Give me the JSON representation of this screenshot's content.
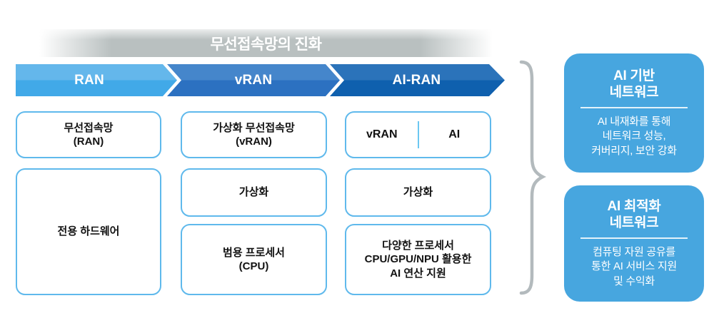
{
  "banner": {
    "title": "무선접속망의 진화"
  },
  "arrow": {
    "segments": [
      {
        "label": "RAN",
        "color_top": "#64B7EB",
        "color_bottom": "#41A9E8"
      },
      {
        "label": "vRAN",
        "color_top": "#4586CB",
        "color_bottom": "#2C71C1"
      },
      {
        "label": "AI-RAN",
        "color_top": "#2B73BA",
        "color_bottom": "#0F60AE"
      }
    ]
  },
  "columns": [
    {
      "name": "RAN",
      "boxes": [
        {
          "lines": [
            "무선접속망",
            "(RAN)"
          ]
        },
        {
          "lines": [
            "전용 하드웨어"
          ]
        }
      ]
    },
    {
      "name": "vRAN",
      "boxes": [
        {
          "lines": [
            "가상화 무선접속망",
            "(vRAN)"
          ]
        },
        {
          "lines": [
            "가상화"
          ]
        },
        {
          "lines": [
            "범용 프로세서",
            "(CPU)"
          ]
        }
      ]
    },
    {
      "name": "AI-RAN",
      "boxes": [
        {
          "split": {
            "left": "vRAN",
            "right": "AI"
          }
        },
        {
          "lines": [
            "가상화"
          ]
        },
        {
          "lines": [
            "다양한 프로세서",
            "CPU/GPU/NPU 활용한",
            "AI 연산 지원"
          ]
        }
      ]
    }
  ],
  "outcomes": [
    {
      "title_lines": [
        "AI 기반",
        "네트워크"
      ],
      "body_lines": [
        "AI 내재화를 통해",
        "네트워크 성능,",
        "커버리지, 보안 강화"
      ]
    },
    {
      "title_lines": [
        "AI 최적화",
        "네트워크"
      ],
      "body_lines": [
        "컴퓨팅 자원 공유를",
        "통한 AI 서비스 지원",
        "및 수익화"
      ]
    }
  ],
  "colors": {
    "box_border": "#5FB9EC",
    "split_divider": "#6BC7F2",
    "outcome_bg": "#47A6DF",
    "brace": "#B3BABD",
    "banner_gray": "#B9C0C0"
  }
}
